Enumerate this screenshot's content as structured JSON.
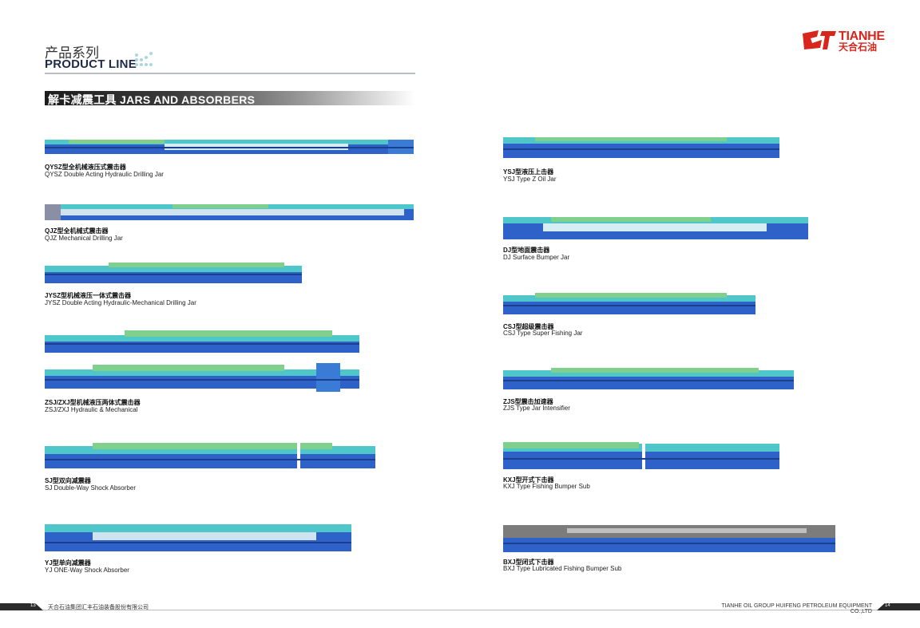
{
  "header": {
    "title_cn": "产品系列",
    "title_en": "PRODUCT LINE",
    "section_title": "解卡减震工具 JARS AND ABSORBERS"
  },
  "logo": {
    "name_en": "TIANHE",
    "name_cn": "天合石油",
    "color": "#d9261c"
  },
  "products": [
    {
      "cn": "QYSZ型全机械液压式震击器",
      "en": "QYSZ Double Acting Hydraulic Drilling Jar"
    },
    {
      "cn": "QJZ型全机械式震击器",
      "en": "QJZ Mechanical Drilling Jar"
    },
    {
      "cn": "JYSZ型机械液压一体式震击器",
      "en": "JYSZ Double Acting Hydraulic-Mechanical Drilling Jar"
    },
    {
      "cn": "ZSJ/ZXJ型机械液压两体式震击器",
      "en": "ZSJ/ZXJ Hydraulic & Mechanical"
    },
    {
      "cn": "SJ型双向减震器",
      "en": "SJ Double-Way Shock Absorber"
    },
    {
      "cn": "YJ型单向减震器",
      "en": "YJ ONE-Way Shock Absorber"
    },
    {
      "cn": "YSJ型液压上击器",
      "en": "YSJ Type Z Oil Jar"
    },
    {
      "cn": "DJ型地面震击器",
      "en": "DJ Surface Bumper Jar"
    },
    {
      "cn": "CSJ型超级震击器",
      "en": "CSJ Type Super Fishing Jar"
    },
    {
      "cn": "ZJS型震击加速器",
      "en": "ZJS Type Jar Intensifier"
    },
    {
      "cn": "KXJ型开式下击器",
      "en": "KXJ Type Fishing Bumper Sub"
    },
    {
      "cn": "BXJ型闭式下击器",
      "en": "BXJ Type Lubricated Fishing Bumper Sub"
    }
  ],
  "footer": {
    "page_left": "13",
    "page_right": "14",
    "company_cn": "天合石油集团汇丰石油装备股份有限公司",
    "company_en": "TIANHE OIL GROUP HUIFENG PETROLEUM EQUIPMENT CO.,LTD"
  },
  "colors": {
    "blue": "#2f62c8",
    "cyan": "#4fc6c9",
    "green": "#7fd08d",
    "grey": "#7c7c7c"
  }
}
